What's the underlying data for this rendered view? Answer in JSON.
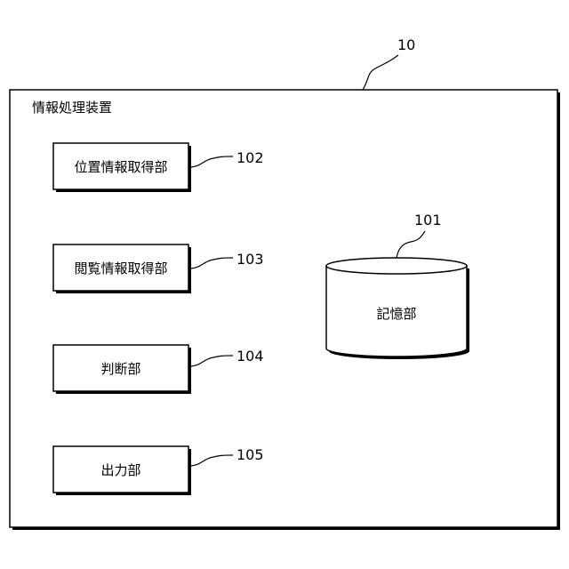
{
  "device": {
    "ref": "10",
    "title": "情報処理装置"
  },
  "units": [
    {
      "ref": "102",
      "label": "位置情報取得部"
    },
    {
      "ref": "103",
      "label": "閲覧情報取得部"
    },
    {
      "ref": "104",
      "label": "判断部"
    },
    {
      "ref": "105",
      "label": "出力部"
    }
  ],
  "storage": {
    "ref": "101",
    "label": "記憶部"
  }
}
